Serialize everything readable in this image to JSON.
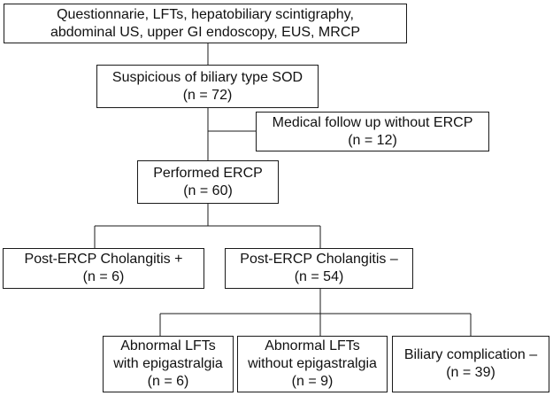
{
  "diagram": {
    "nodes": {
      "initial": {
        "lines": [
          "Questionnarie, LFTs, hepatobiliary scintigraphy,",
          "abdominal US, upper GI endoscopy, EUS, MRCP"
        ]
      },
      "suspicious": {
        "lines": [
          "Suspicious of biliary type SOD",
          "(n = 72)"
        ]
      },
      "followup": {
        "lines": [
          "Medical follow up without ERCP",
          "(n = 12)"
        ]
      },
      "ercp": {
        "lines": [
          "Performed ERCP",
          "(n = 60)"
        ]
      },
      "chol_pos": {
        "lines": [
          "Post-ERCP Cholangitis +",
          "(n = 6)"
        ]
      },
      "chol_neg": {
        "lines": [
          "Post-ERCP Cholangitis –",
          "(n = 54)"
        ]
      },
      "lft_epi": {
        "lines": [
          "Abnormal LFTs",
          "with epigastralgia",
          "(n = 6)"
        ]
      },
      "lft_noepi": {
        "lines": [
          "Abnormal LFTs",
          "without epigastralgia",
          "(n = 9)"
        ]
      },
      "biliary_neg": {
        "lines": [
          "Biliary complication –",
          "(n = 39)"
        ]
      }
    }
  }
}
